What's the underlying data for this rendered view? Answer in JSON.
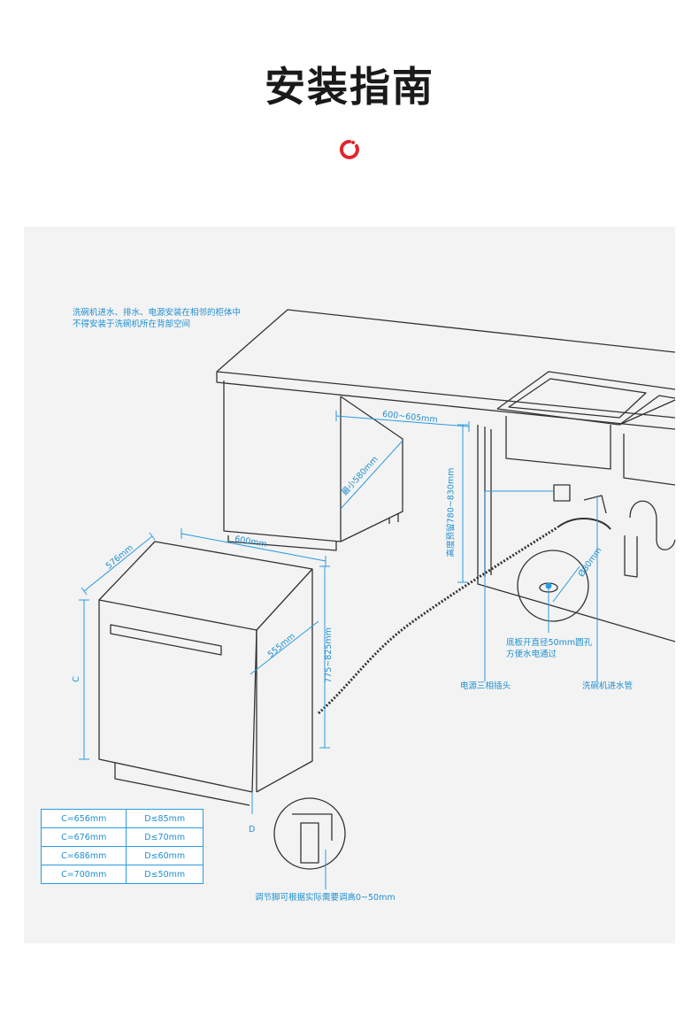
{
  "page": {
    "title": "安装指南"
  },
  "note": {
    "line1": "洗碗机进水、排水、电源安装在相邻的柜体中",
    "line2": "不得安装于洗碗机所在背部空间"
  },
  "dimensions": {
    "cabinet_width": "600~605mm",
    "cabinet_depth_min": "最小580mm",
    "cabinet_height_reserve": "高度预留780~830mm",
    "dishwasher_depth": "576mm",
    "dishwasher_width": "600mm",
    "dishwasher_height": "775~825mm",
    "door_depth": "555mm",
    "hole_size": "Ø80mm",
    "height_c": "C",
    "foot_d": "D"
  },
  "callouts": {
    "hole_note_line1": "底板开直径50mm圆孔",
    "hole_note_line2": "方便水电通过",
    "power_plug": "电源三相插头",
    "inlet_pipe": "洗碗机进水管",
    "foot_adjust": "调节脚可根据实际需要调高0~50mm"
  },
  "spec_table": [
    {
      "c": "C=656mm",
      "d": "D≤85mm"
    },
    {
      "c": "C=676mm",
      "d": "D≤70mm"
    },
    {
      "c": "C=686mm",
      "d": "D≤60mm"
    },
    {
      "c": "C=700mm",
      "d": "D≤50mm"
    }
  ],
  "colors": {
    "accent": "#1e8fd0",
    "logo": "#e0262b",
    "line": "#333333"
  }
}
